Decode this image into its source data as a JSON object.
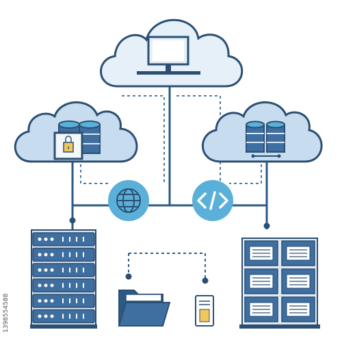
{
  "diagram": {
    "nodes": [
      {
        "id": "top-cloud",
        "kind": "cloud",
        "icon": "monitor-icon"
      },
      {
        "id": "left-cloud",
        "kind": "cloud",
        "icon": "database-lock-icon"
      },
      {
        "id": "right-cloud",
        "kind": "cloud",
        "icon": "database-icon"
      },
      {
        "id": "globe-node",
        "kind": "circle",
        "icon": "globe-icon"
      },
      {
        "id": "code-node",
        "kind": "circle",
        "icon": "code-icon"
      },
      {
        "id": "server-rack",
        "kind": "server",
        "icon": "server-rack-icon"
      },
      {
        "id": "folder",
        "kind": "file",
        "icon": "folder-icon"
      },
      {
        "id": "document",
        "kind": "file",
        "icon": "document-icon"
      },
      {
        "id": "storage-cabinet",
        "kind": "server",
        "icon": "storage-cabinet-icon"
      }
    ],
    "edges": [
      {
        "from": "top-cloud",
        "to": "globe-node",
        "style": "solid"
      },
      {
        "from": "top-cloud",
        "to": "code-node",
        "style": "solid"
      },
      {
        "from": "left-cloud",
        "to": "server-rack",
        "style": "solid"
      },
      {
        "from": "right-cloud",
        "to": "storage-cabinet",
        "style": "solid"
      },
      {
        "from": "globe-node",
        "to": "code-node",
        "style": "solid"
      },
      {
        "from": "folder",
        "to": "document",
        "style": "dashed"
      }
    ]
  },
  "colors": {
    "outline": "#2b4f73",
    "cloud_fill": "#c7dcee",
    "cloud_fill_light": "#e6f0f8",
    "accent": "#5ab0d9",
    "device_fill": "#3f6ea0",
    "device_light": "#dfe9f3",
    "line": "#2b5a86",
    "dash": "#4a7aa6",
    "doc_yellow": "#f1c75b"
  },
  "watermark": "1398554588"
}
